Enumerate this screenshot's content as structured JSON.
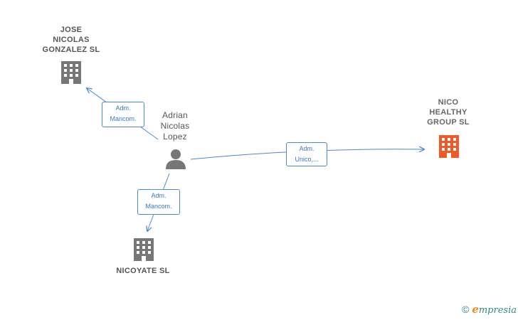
{
  "nodes": {
    "jose": {
      "label": "JOSE\nNICOLAS\nGONZALEZ SL",
      "icon": "building-icon",
      "color": "#777777"
    },
    "nico": {
      "label": "NICO\nHEALTHY\nGROUP  SL",
      "icon": "building-icon",
      "color": "#f05a28"
    },
    "nicoyate": {
      "label": "NICOYATE  SL",
      "icon": "building-icon",
      "color": "#777777"
    },
    "adrian": {
      "label": "Adrian\nNicolas\nLopez",
      "icon": "person-icon",
      "color": "#777777"
    }
  },
  "edges": {
    "to_jose": {
      "label": "Adm.\nMancom."
    },
    "to_nico": {
      "label": "Adm.\nUnico,..."
    },
    "to_nicoyate": {
      "label": "Adm.\nMancom."
    }
  },
  "colors": {
    "edge": "#4a8ad4"
  },
  "footer": {
    "copyright": "©",
    "brand_initial": "e",
    "brand_rest": "mpresia"
  }
}
